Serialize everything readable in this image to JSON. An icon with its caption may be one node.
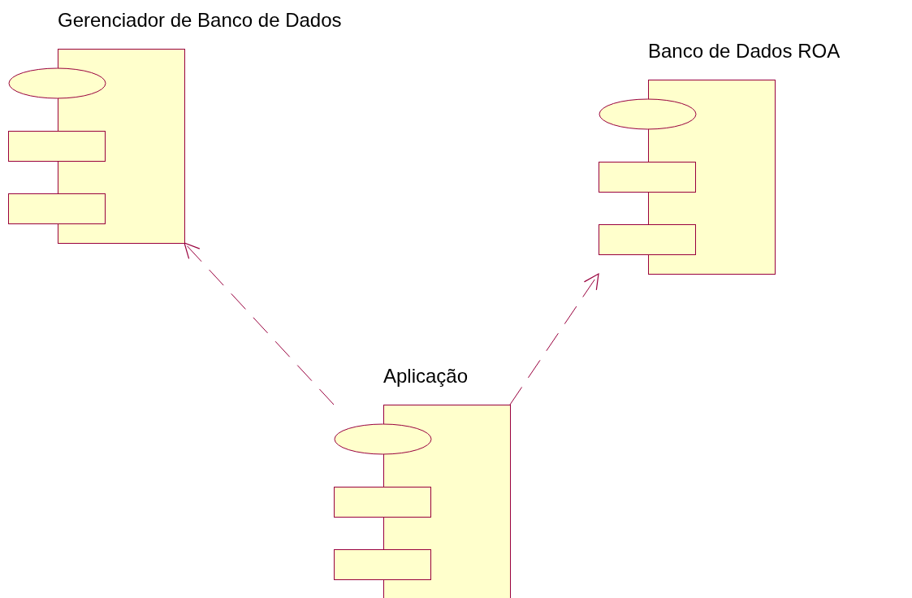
{
  "diagram": {
    "nodes": [
      {
        "text": [
          "Gerenciador de Banco de Dados"
        ]
      },
      {
        "text": [
          "Banco de Dados ROA"
        ]
      },
      {
        "text": [
          "Aplicação"
        ]
      }
    ],
    "edges": [
      {
        "from": 2,
        "to": 0,
        "arrow": "to",
        "style": "dashed"
      },
      {
        "from": 2,
        "to": 1,
        "arrow": "to",
        "style": "dashed"
      }
    ]
  }
}
